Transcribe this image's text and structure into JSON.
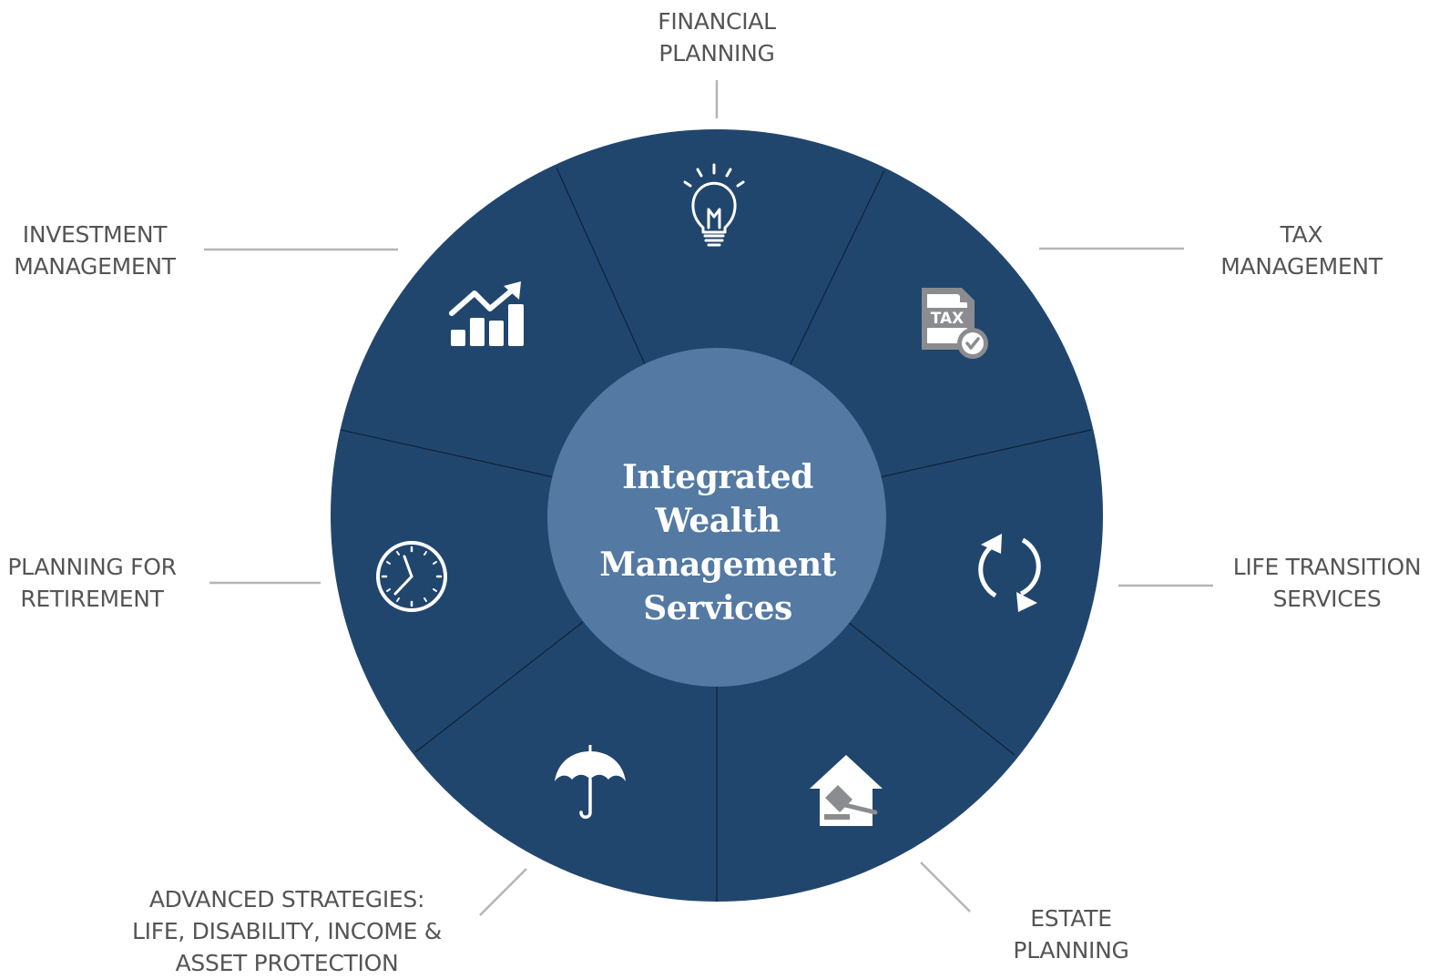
{
  "colors": {
    "wheel": "#21466e",
    "hub": "#5479a2",
    "divider": "#0e2238",
    "icon": "#ffffff",
    "icon_gray": "#8a8c8f",
    "label_text": "#555555",
    "leader": "#b5b5b5",
    "hub_text": "#ffffff"
  },
  "center": {
    "line1": "Integrated",
    "line2": "Wealth Management",
    "line3": "Services"
  },
  "segments": [
    {
      "id": "financial-planning",
      "icon": "lightbulb-icon",
      "lines": [
        "FINANCIAL",
        "PLANNING"
      ]
    },
    {
      "id": "tax-management",
      "icon": "tax-document-icon",
      "lines": [
        "TAX",
        "MANAGEMENT"
      ]
    },
    {
      "id": "life-transition-services",
      "icon": "refresh-cycle-icon",
      "lines": [
        "LIFE TRANSITION",
        "SERVICES"
      ]
    },
    {
      "id": "estate-planning",
      "icon": "house-gavel-icon",
      "lines": [
        "ESTATE",
        "PLANNING"
      ]
    },
    {
      "id": "advanced-strategies",
      "icon": "umbrella-icon",
      "lines": [
        "ADVANCED STRATEGIES:",
        "LIFE, DISABILITY, INCOME &",
        "ASSET PROTECTION"
      ]
    },
    {
      "id": "planning-for-retirement",
      "icon": "clock-icon",
      "lines": [
        "PLANNING FOR",
        "RETIREMENT"
      ]
    },
    {
      "id": "investment-management",
      "icon": "growth-chart-icon",
      "lines": [
        "INVESTMENT",
        "MANAGEMENT"
      ]
    }
  ]
}
